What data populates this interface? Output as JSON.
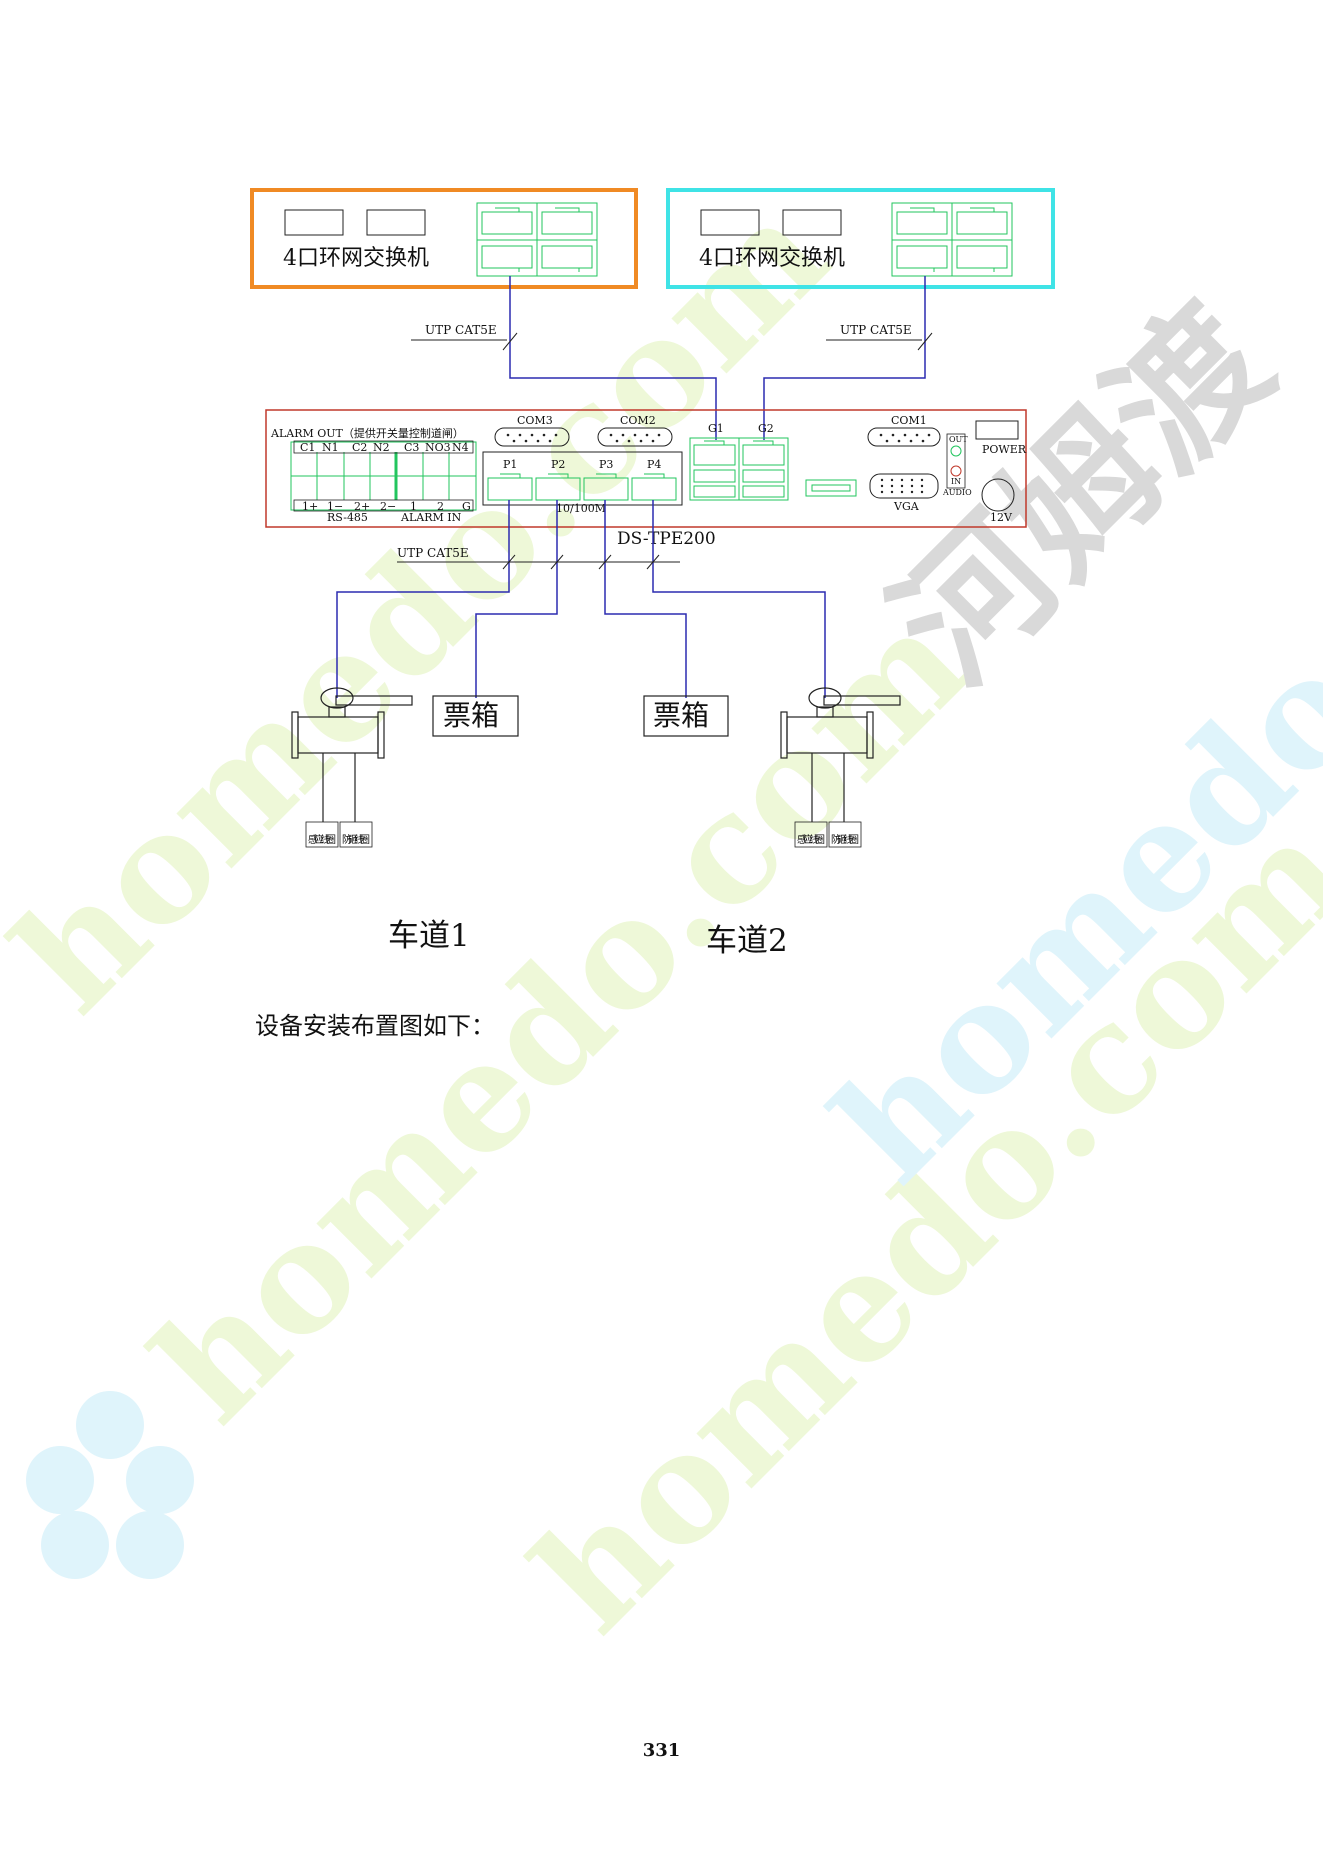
{
  "watermark": {
    "text": "homedo.com",
    "brand_cn": "河姆渡",
    "colors": {
      "green": "#eef8d8",
      "blue": "#dff4fb",
      "grey": "#d9d9d9"
    }
  },
  "switch_left": {
    "title": "4口环网交换机",
    "border_color": "#f08a24"
  },
  "switch_right": {
    "title": "4口环网交换机",
    "border_color": "#3fe3e6"
  },
  "uplink_labels": [
    "UTP CAT5E",
    "UTP CAT5E"
  ],
  "device": {
    "model": "DS-TPE200",
    "alarm_out_label": "ALARM OUT（提供开关量控制道闸）",
    "relay_labels": [
      "C1",
      "N1",
      "C2",
      "N2",
      "C3",
      "NO3",
      "N4"
    ],
    "bottom_terminal_labels": [
      "1+",
      "1−",
      "2+",
      "2−",
      "1",
      "2",
      "G"
    ],
    "rs485_label": "RS-485",
    "alarm_in_label": "ALARM IN",
    "com3_label": "COM3",
    "com2_label": "COM2",
    "com1_label": "COM1",
    "port_labels": [
      "P1",
      "P2",
      "P3",
      "P4"
    ],
    "port_speed_label": "10/100M",
    "gig_labels": [
      "G1",
      "G2"
    ],
    "vga_label": "VGA",
    "power_label": "POWER",
    "dc_label": "12V",
    "audio_out_label": "OUT",
    "audio_in_label": "IN",
    "audio_label": "AUDIO"
  },
  "downlink_label": "UTP CAT5E",
  "ticket_boxes": [
    "票箱",
    "票箱"
  ],
  "sensors": [
    {
      "coil_label": "感应线圈",
      "guard_label": "防砸线圈"
    },
    {
      "coil_label": "感应线圈",
      "guard_label": "防砸线圈"
    }
  ],
  "lanes": [
    "车道1",
    "车道2"
  ],
  "intro_text": "设备安装布置图如下：",
  "page_number": "331",
  "colors": {
    "wire": "#2b2bb0",
    "port": "#22c55e",
    "device_border": "#c0392b",
    "ink": "#222222"
  }
}
